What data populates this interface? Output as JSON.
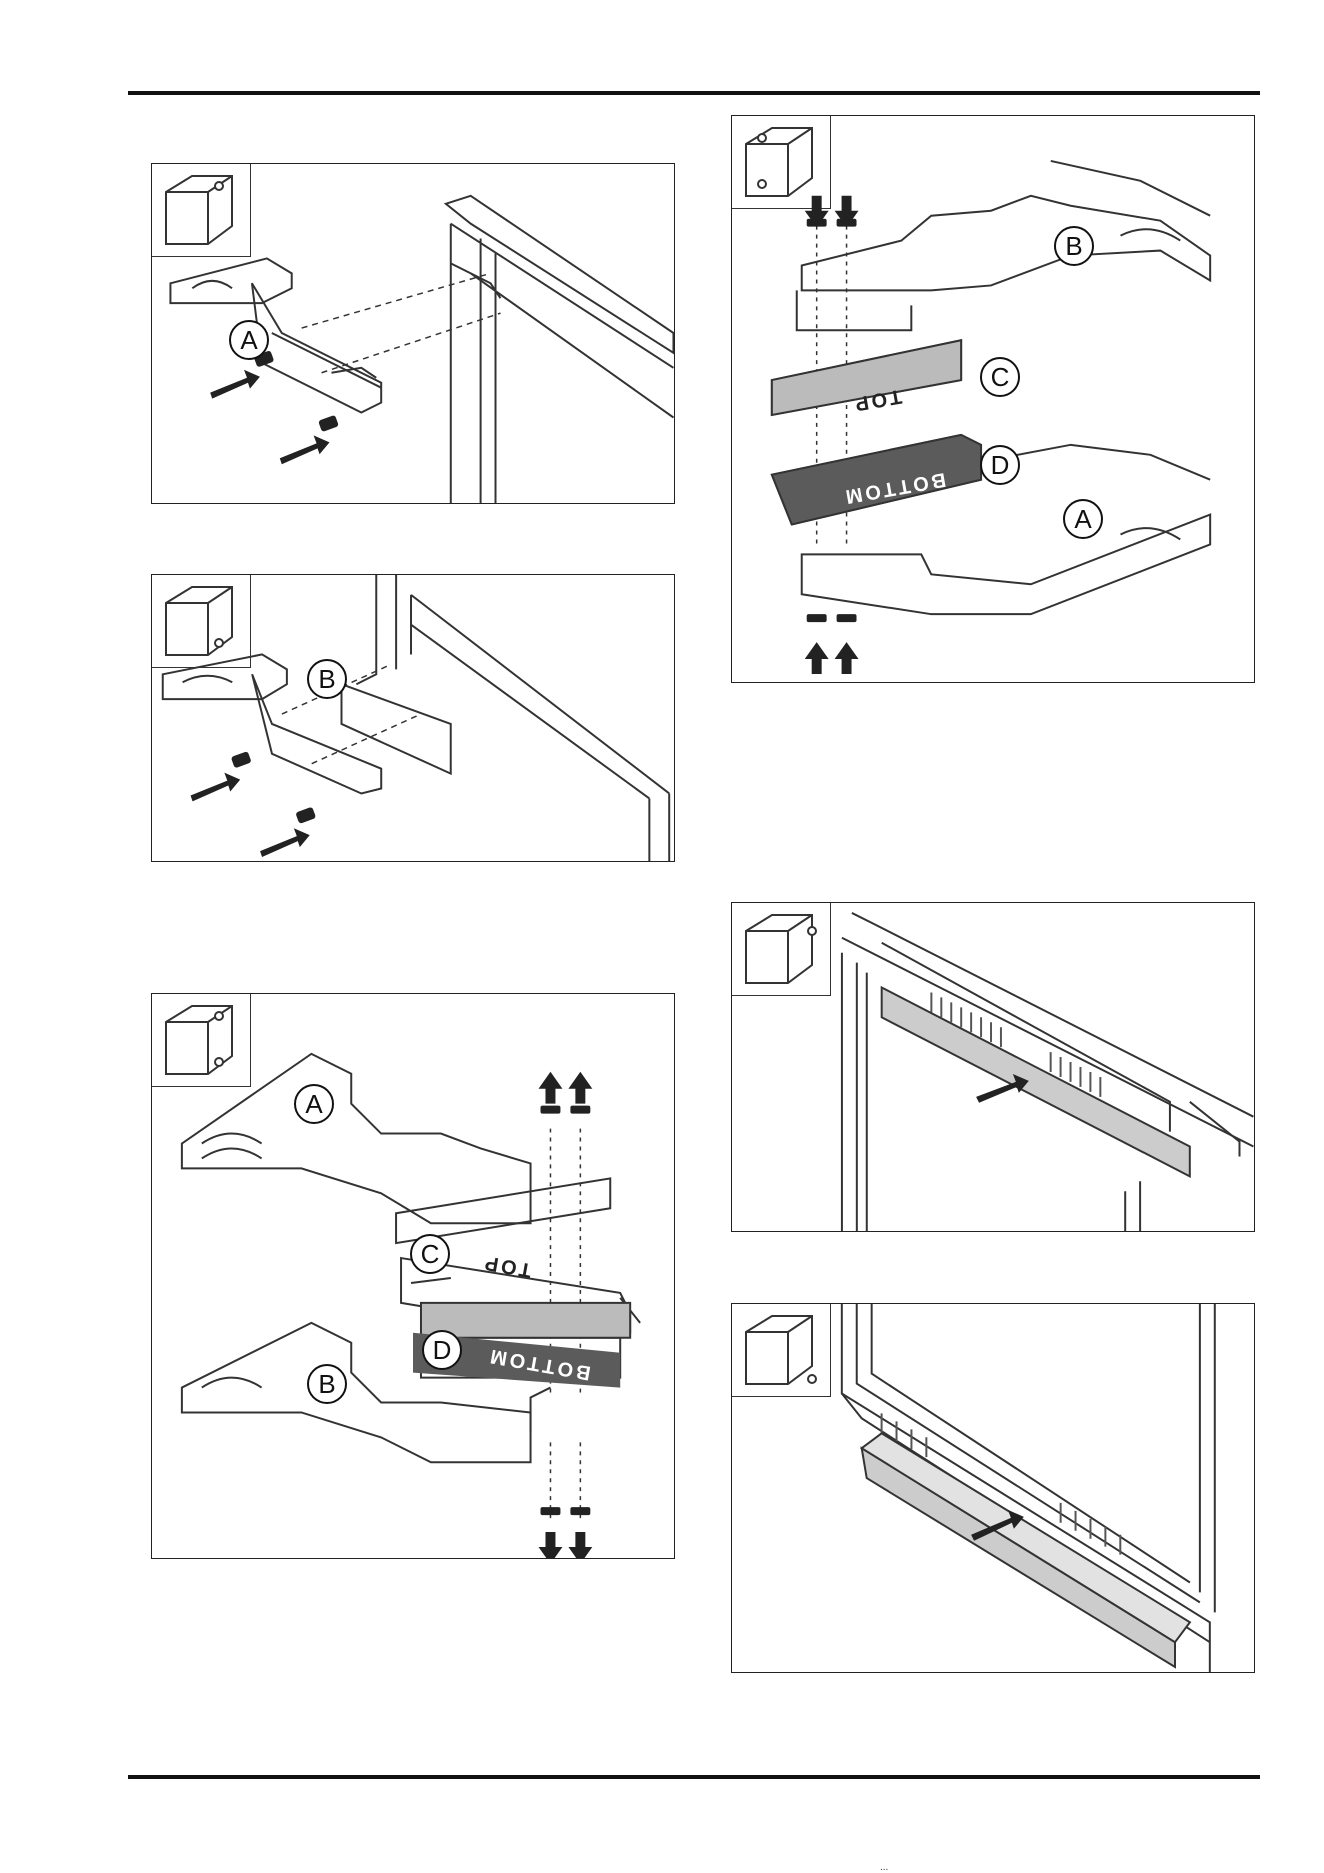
{
  "figures": [
    {
      "id": "fig1",
      "callouts": [
        "A"
      ]
    },
    {
      "id": "fig2",
      "callouts": [
        "B"
      ]
    },
    {
      "id": "fig3",
      "callouts": [
        "A",
        "C",
        "D",
        "B"
      ],
      "stamps": [
        "TOP",
        "BOTTOM"
      ]
    },
    {
      "id": "fig4",
      "callouts": [
        "B",
        "C",
        "D",
        "A"
      ],
      "stamps": [
        "TOP",
        "BOTTOM"
      ]
    },
    {
      "id": "fig5",
      "callouts": []
    },
    {
      "id": "fig6",
      "callouts": []
    }
  ],
  "footer": {
    "mark": "..."
  }
}
